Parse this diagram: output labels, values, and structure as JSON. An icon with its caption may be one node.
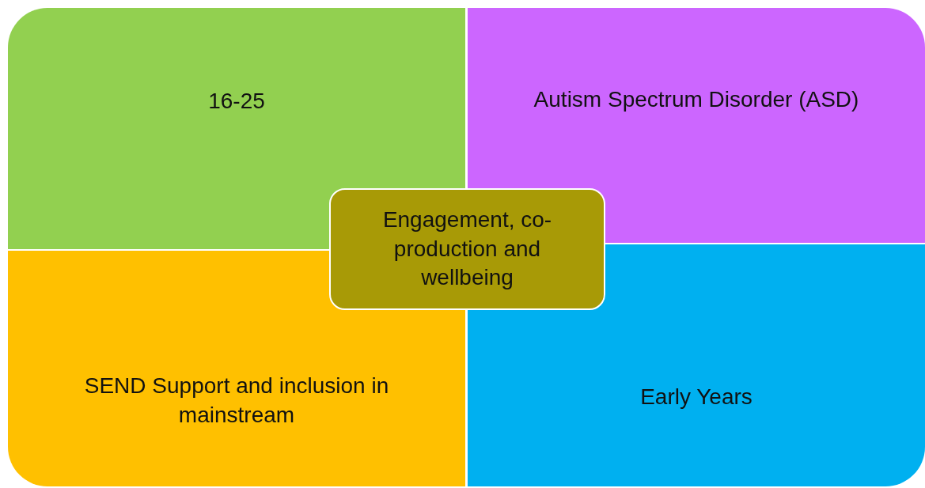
{
  "diagram": {
    "nodes": [
      {
        "text": [
          "16-25"
        ]
      },
      {
        "text": [
          "Autism Spectrum Disorder (ASD)"
        ]
      },
      {
        "text": [
          "Engagement, co-production and wellbeing"
        ]
      },
      {
        "text": [
          "SEND Support and inclusion in mainstream"
        ]
      },
      {
        "text": [
          "Early Years"
        ]
      }
    ]
  }
}
